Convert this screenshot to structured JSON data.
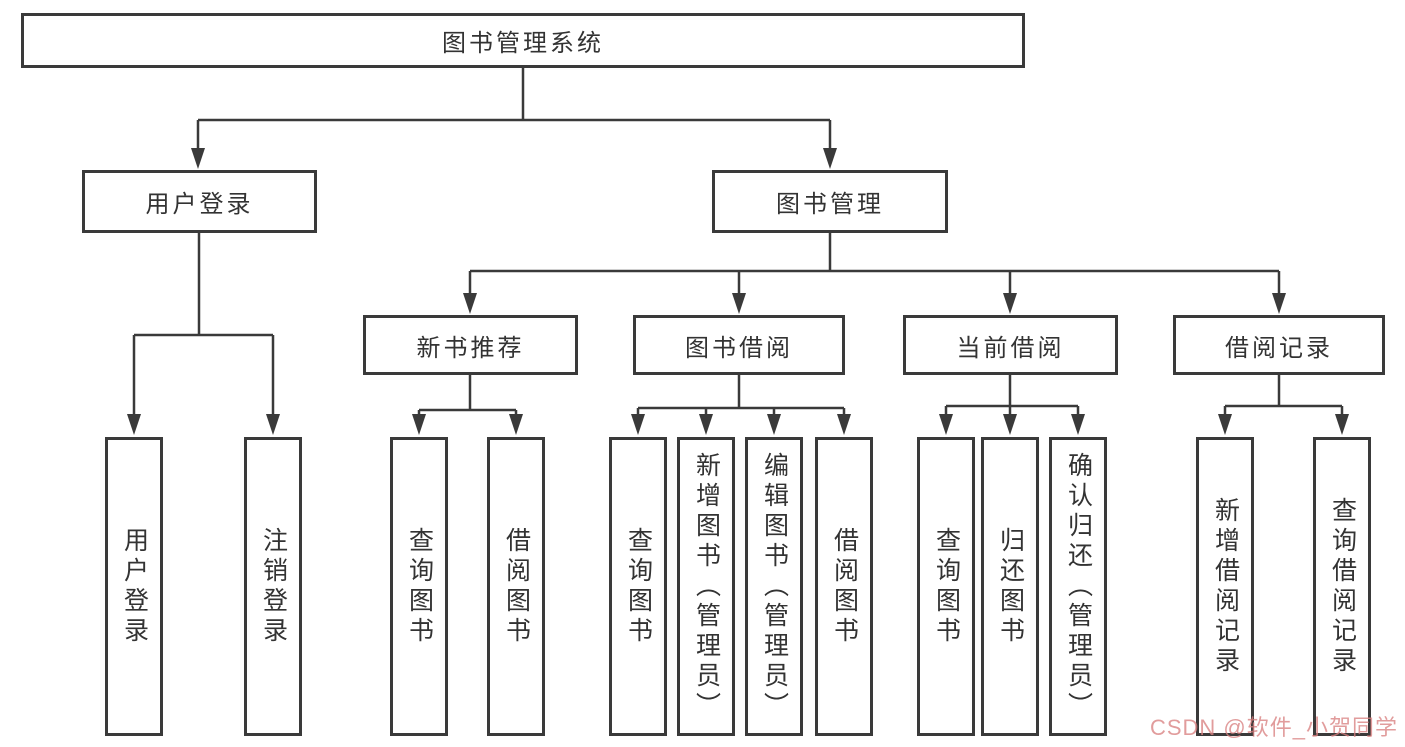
{
  "tree": {
    "label": "图书管理系统",
    "children": [
      {
        "label": "用户登录",
        "children": [
          {
            "label": "用户登录"
          },
          {
            "label": "注销登录"
          }
        ]
      },
      {
        "label": "图书管理",
        "children": [
          {
            "label": "新书推荐",
            "children": [
              {
                "label": "查询图书"
              },
              {
                "label": "借阅图书"
              }
            ]
          },
          {
            "label": "图书借阅",
            "children": [
              {
                "label": "查询图书"
              },
              {
                "label": "新增图书（管理员）"
              },
              {
                "label": "编辑图书（管理员）"
              },
              {
                "label": "借阅图书"
              }
            ]
          },
          {
            "label": "当前借阅",
            "children": [
              {
                "label": "查询图书"
              },
              {
                "label": "归还图书"
              },
              {
                "label": "确认归还（管理员）"
              }
            ]
          },
          {
            "label": "借阅记录",
            "children": [
              {
                "label": "新增借阅记录"
              },
              {
                "label": "查询借阅记录"
              }
            ]
          }
        ]
      }
    ]
  },
  "watermark": {
    "text": "CSDN @软件_小贺同学"
  },
  "colors": {
    "line": "#3a3a3a",
    "text": "#333333",
    "watermark": "#d88080"
  }
}
